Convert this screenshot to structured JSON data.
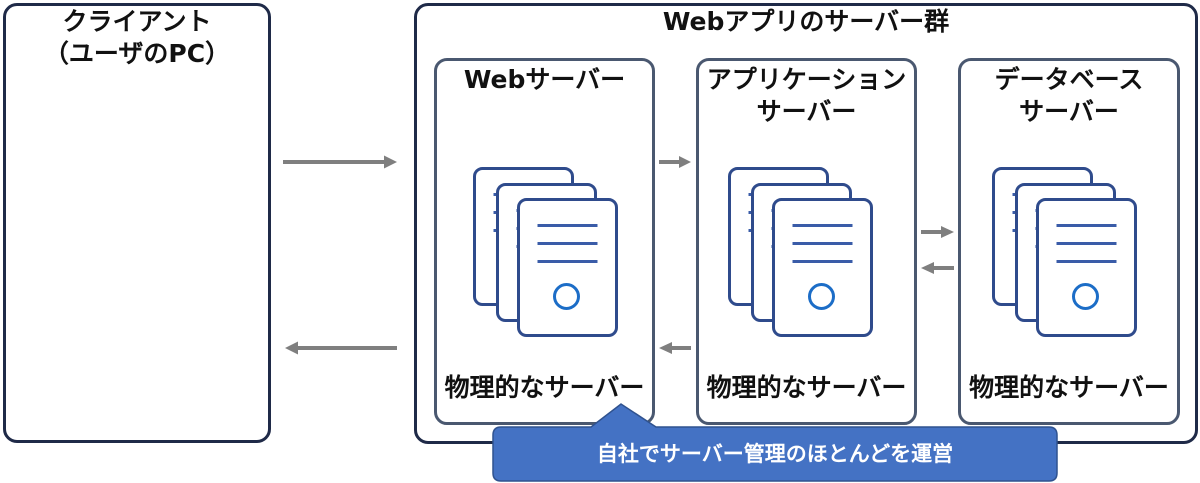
{
  "client": {
    "title_line1": "クライアント",
    "title_line2": "（ユーザのPC）"
  },
  "server_group": {
    "title": "Webアプリのサーバー群",
    "servers": [
      {
        "title_lines": [
          "Webサーバー"
        ],
        "caption": "物理的なサーバー",
        "icon": "server-stack-icon"
      },
      {
        "title_lines": [
          "アプリケーション",
          "サーバー"
        ],
        "caption": "物理的なサーバー",
        "icon": "server-stack-icon"
      },
      {
        "title_lines": [
          "データベース",
          "サーバー"
        ],
        "caption": "物理的なサーバー",
        "icon": "server-stack-icon"
      }
    ]
  },
  "callout": {
    "text": "自社でサーバー管理のほとんどを運営"
  },
  "colors": {
    "outer_border": "#1f2a48",
    "inner_border": "#4a5870",
    "arrow": "#7f7f7f",
    "icon_stroke": "#2f4b8c",
    "icon_lines": "#3a5ca8",
    "icon_accent": "#1c6dc7",
    "callout_fill": "#4472c4",
    "callout_border": "#2f528f",
    "callout_text": "#ffffff"
  }
}
